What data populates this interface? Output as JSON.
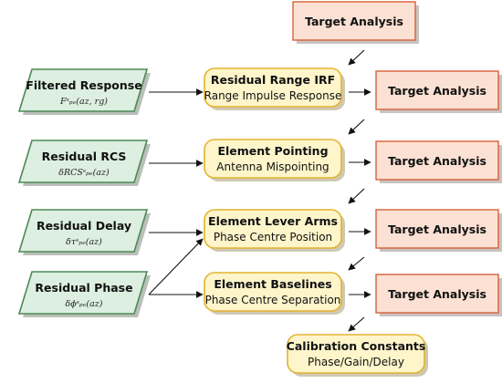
{
  "inputs": [
    {
      "title": "Filtered Response",
      "symbol": "Fˢₚₑ(az, rg)"
    },
    {
      "title": "Residual RCS",
      "symbol": "δRCSˢₚₑ(az)"
    },
    {
      "title": "Residual Delay",
      "symbol": "δτˢₚₑ(az)"
    },
    {
      "title": "Residual Phase",
      "symbol": "δϕˢₚₑ(az)"
    }
  ],
  "steps": [
    {
      "title": "Residual Range IRF",
      "subtitle": "Range Impulse Response"
    },
    {
      "title": "Element Pointing",
      "subtitle": "Antenna Mispointing"
    },
    {
      "title": "Element Lever Arms",
      "subtitle": "Phase Centre Position"
    },
    {
      "title": "Element Baselines",
      "subtitle": "Phase Centre Separation"
    }
  ],
  "top_target": "Target Analysis",
  "targets": [
    "Target Analysis",
    "Target Analysis",
    "Target Analysis",
    "Target Analysis"
  ],
  "output": {
    "title": "Calibration Constants",
    "subtitle": "Phase/Gain/Delay"
  },
  "colors": {
    "input_fill": "#dcefe0",
    "input_border": "#4c8a55",
    "step_fill": "#fef5cb",
    "step_border": "#e3b330",
    "target_fill": "#fbe1d4",
    "target_border": "#d8603a"
  }
}
